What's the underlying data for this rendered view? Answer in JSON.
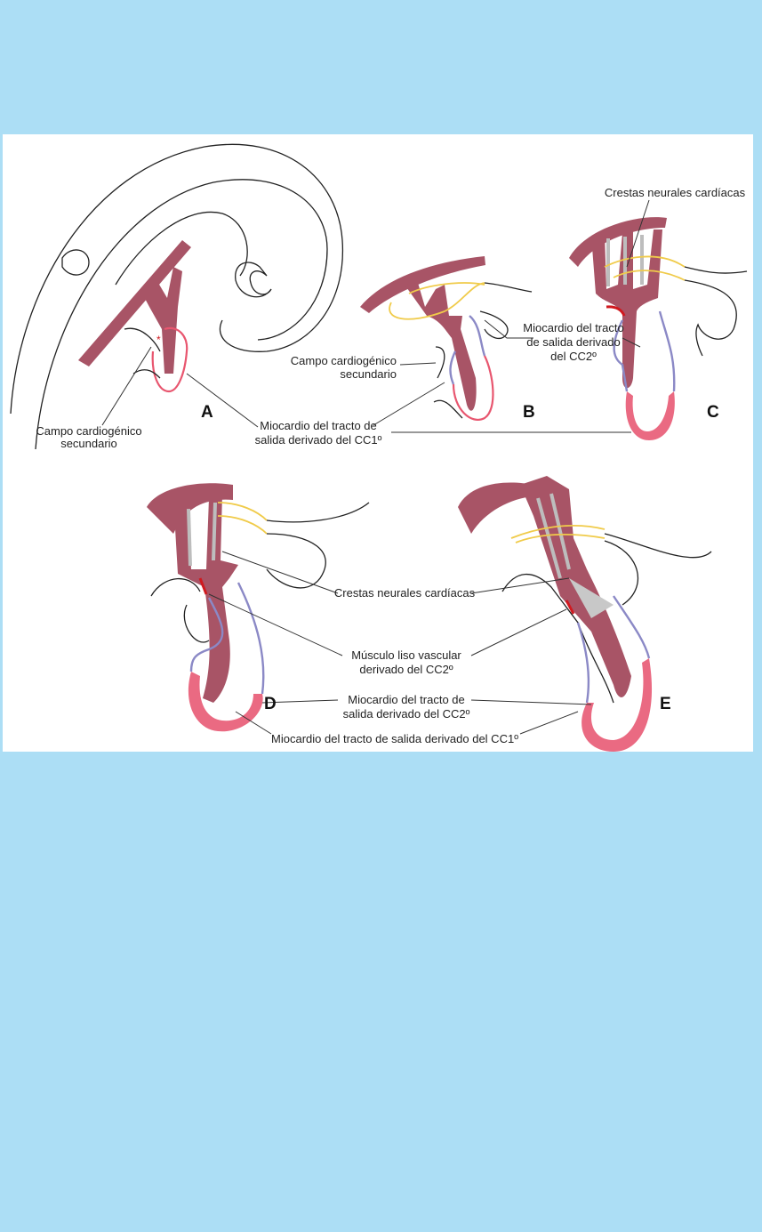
{
  "colors": {
    "background": "#acdef5",
    "vessel": "#a85466",
    "cc1_myocardium": "#ea6a82",
    "cc2_myocardium": "#8b89c6",
    "neural_crest": "#f0cb4a",
    "smooth_muscle": "#d0191f"
  },
  "panels": {
    "a": "A",
    "b": "B",
    "c": "C",
    "d": "D",
    "e": "E"
  },
  "labels": {
    "crestas_top": "Crestas neurales cardíacas",
    "miocardio_cc2_top": [
      "Miocardio del tracto",
      "de salida derivado",
      "del CC2º"
    ],
    "campo_b": [
      "Campo cardiogénico",
      "secundario"
    ],
    "campo_a": [
      "Campo cardiogénico",
      "secundario"
    ],
    "miocardio_cc1_top": [
      "Miocardio del tracto de",
      "salida derivado del CC1º"
    ],
    "crestas_bottom": "Crestas neurales cardíacas",
    "musculo_liso": [
      "Músculo liso vascular",
      "derivado del CC2º"
    ],
    "miocardio_cc2_bottom": [
      "Miocardio del tracto de",
      "salida derivado del CC2º"
    ],
    "miocardio_cc1_bottom": "Miocardio del tracto de salida derivado del CC1º"
  }
}
